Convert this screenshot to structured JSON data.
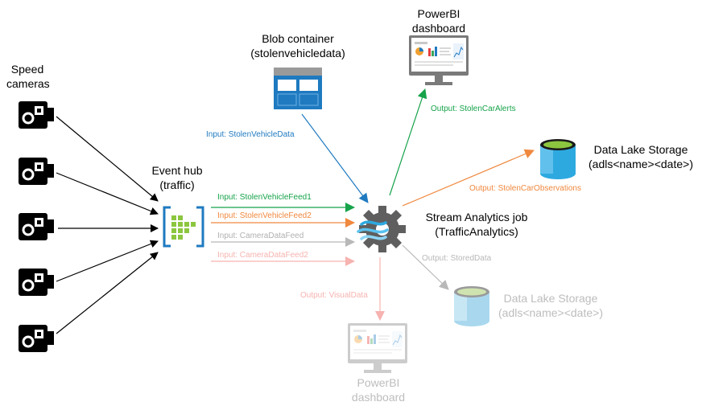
{
  "colors": {
    "black": "#000000",
    "green": "#16a34a",
    "orange": "#f0883e",
    "gray": "#b8b8b8",
    "pink": "#f6b3b0",
    "blue": "#1f7ac0"
  },
  "nodes": {
    "speed_cameras": {
      "line1": "Speed",
      "line2": "cameras",
      "icon": "camera-icon"
    },
    "event_hub": {
      "line1": "Event hub",
      "line2": "(traffic)",
      "icon": "event-hub-icon"
    },
    "blob_container": {
      "line1": "Blob container",
      "line2": "(stolenvehicledata)",
      "icon": "blob-storage-icon"
    },
    "powerbi_top": {
      "line1": "PowerBI",
      "line2": "dashboard",
      "icon": "monitor-dashboard-icon"
    },
    "data_lake_top": {
      "line1": "Data Lake Storage",
      "line2": "(adls<name><date>)",
      "icon": "data-lake-icon"
    },
    "stream_analytics": {
      "line1": "Stream Analytics job",
      "line2": "(TrafficAnalytics)",
      "icon": "stream-analytics-icon"
    },
    "data_lake_bottom": {
      "line1": "Data Lake Storage",
      "line2": "(adls<name><date>)",
      "icon": "data-lake-icon"
    },
    "powerbi_bottom": {
      "line1": "PowerBI",
      "line2": "dashboard",
      "icon": "monitor-dashboard-icon"
    }
  },
  "edges": {
    "stolen_vehicle_data": "Input: StolenVehicleData",
    "stolen_car_alerts": "Output: StolenCarAlerts",
    "stolen_car_observations": "Output: StolenCarObservations",
    "stolen_vehicle_feed1": "Input: StolenVehicleFeed1",
    "stolen_vehicle_feed2": "Input: StolenVehicleFeed2",
    "camera_data_feed": "Input: CameraDataFeed",
    "camera_data_feed2": "Input: CameraDataFeed2",
    "stored_data": "Output: StoredData",
    "visual_data": "Output: VisualData"
  }
}
